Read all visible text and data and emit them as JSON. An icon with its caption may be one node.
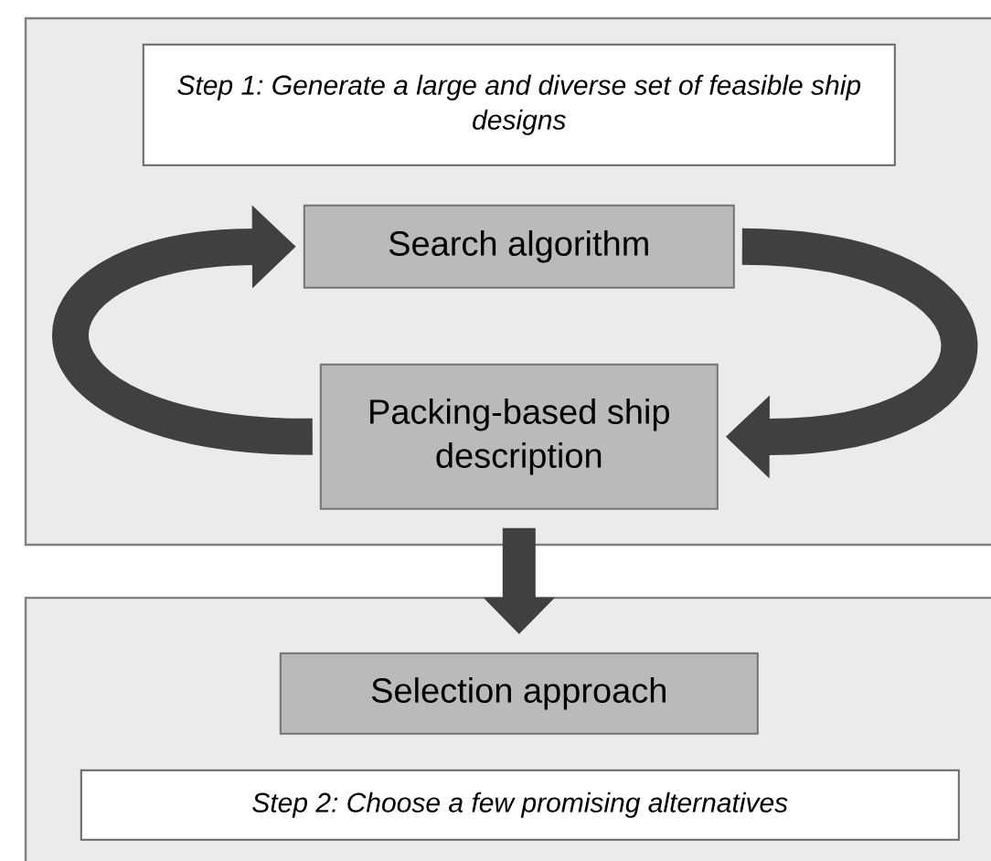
{
  "diagram": {
    "nodes": [
      {
        "text": [],
        "shape": "box"
      },
      {
        "text": [
          "Step 1: Generate a large and diverse set of feasible ship designs"
        ],
        "in": 0
      },
      {
        "text": [
          "Search algorithm"
        ],
        "in": 0
      },
      {
        "text": [
          "Packing-based ship description"
        ],
        "in": 0
      },
      {
        "text": [],
        "shape": "box"
      },
      {
        "text": [
          "Selection approach"
        ],
        "in": 4
      },
      {
        "text": [
          "Step 2: Choose a few promising alternatives"
        ],
        "in": 4
      }
    ],
    "edges": [
      {
        "from": 2,
        "to": 3,
        "arrow": "to"
      },
      {
        "from": 3,
        "to": 2,
        "arrow": "to"
      },
      {
        "from": 3,
        "to": 5,
        "arrow": "to"
      }
    ]
  }
}
